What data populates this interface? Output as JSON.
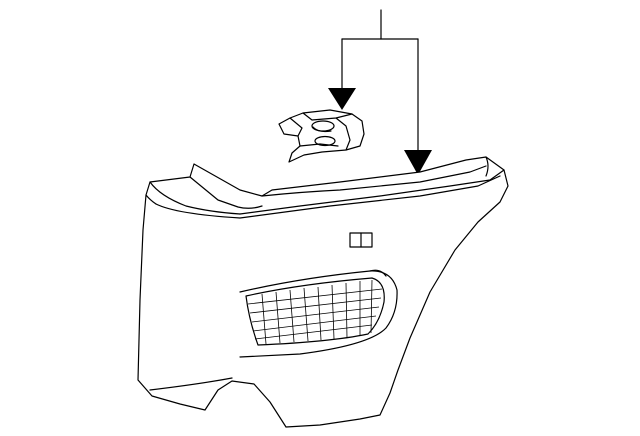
{
  "diagram": {
    "kind": "exploded-parts-illustration",
    "parts": [
      {
        "id": "retaining-clip",
        "description_shown": "clip"
      },
      {
        "id": "trim-panel",
        "description_shown": "panel"
      }
    ],
    "callout": {
      "leader_count": 2,
      "arrowheads": "solid"
    },
    "colors": {
      "line": "#000000",
      "background": "#ffffff"
    }
  }
}
